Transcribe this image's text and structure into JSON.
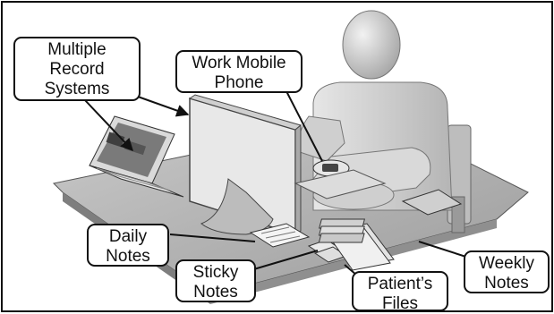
{
  "callouts": {
    "multiple_record_systems": [
      "Multiple",
      "Record",
      "Systems"
    ],
    "work_mobile_phone": [
      "Work Mobile",
      "Phone"
    ],
    "daily_notes": [
      "Daily",
      "Notes"
    ],
    "sticky_notes": [
      "Sticky",
      "Notes"
    ],
    "patients_files": [
      "Patient’s",
      "Files"
    ],
    "weekly_notes": [
      "Weekly",
      "Notes"
    ]
  },
  "colors": {
    "desk_top": "#bdbdbd",
    "desk_front": "#8a8a8a",
    "figure": "#d4d4d4",
    "outline": "#111111"
  }
}
